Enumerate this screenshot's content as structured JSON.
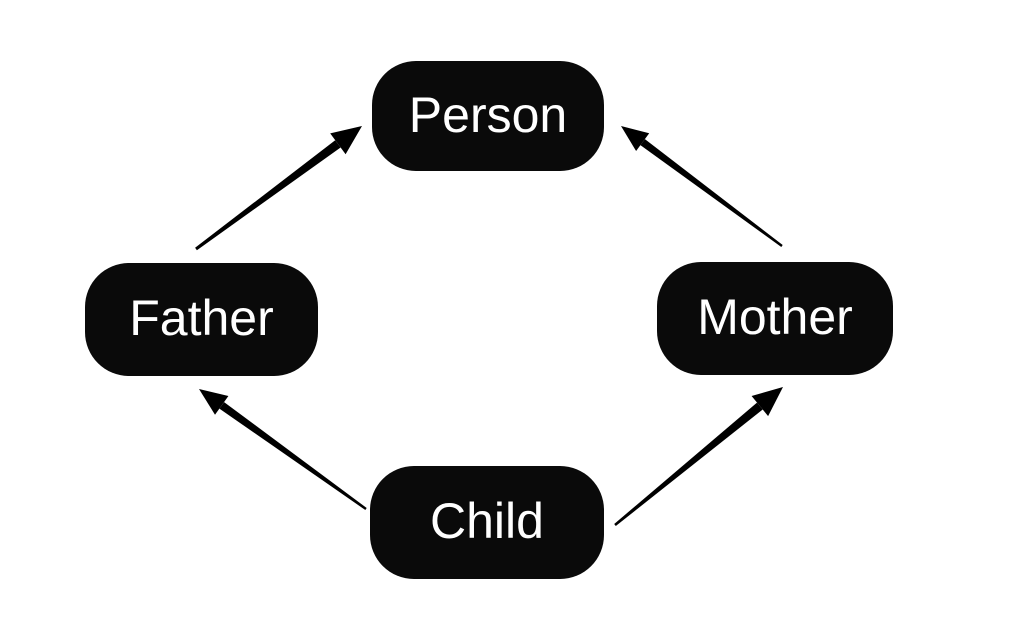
{
  "diagram": {
    "background_color": "#ffffff",
    "node_fill_color": "#0a0a0a",
    "node_text_color": "#ffffff",
    "arrow_color": "#000000",
    "nodes": [
      {
        "id": "person",
        "label": "Person"
      },
      {
        "id": "father",
        "label": "Father"
      },
      {
        "id": "mother",
        "label": "Mother"
      },
      {
        "id": "child",
        "label": "Child"
      }
    ],
    "edges": [
      {
        "from": "father",
        "to": "person"
      },
      {
        "from": "mother",
        "to": "person"
      },
      {
        "from": "child",
        "to": "father"
      },
      {
        "from": "child",
        "to": "mother"
      }
    ]
  }
}
